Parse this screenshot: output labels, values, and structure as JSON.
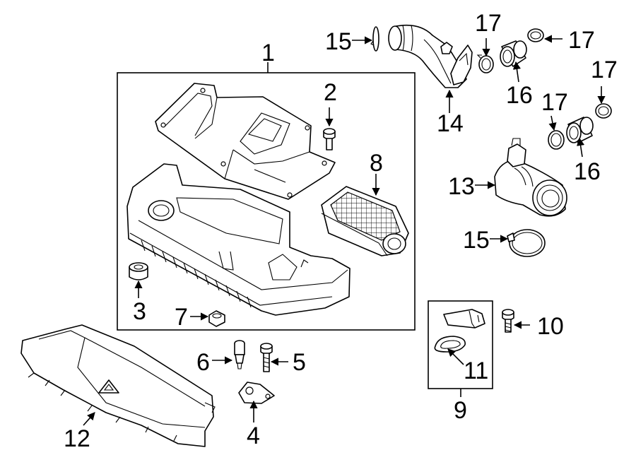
{
  "diagram": {
    "callouts": {
      "c1": "1",
      "c2": "2",
      "c3": "3",
      "c4": "4",
      "c5": "5",
      "c6": "6",
      "c7": "7",
      "c8": "8",
      "c9": "9",
      "c10": "10",
      "c11": "11",
      "c12": "12",
      "c13": "13",
      "c14": "14",
      "c15a": "15",
      "c15b": "15",
      "c16a": "16",
      "c16b": "16",
      "c17a": "17",
      "c17b": "17",
      "c17c": "17",
      "c17d": "17"
    }
  }
}
